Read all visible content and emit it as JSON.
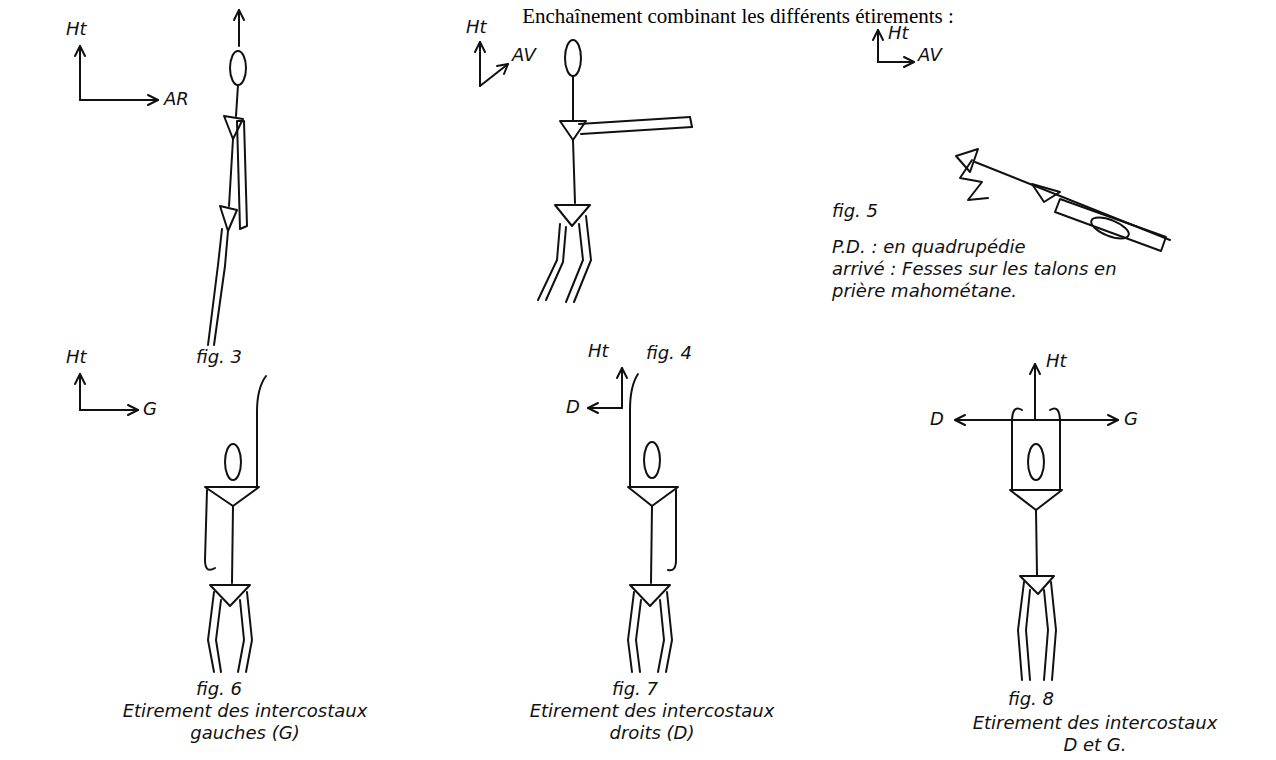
{
  "diagram": {
    "title": "Enchaînement combinant les différents étirements :",
    "labels": [
      "Ht",
      "AR",
      "Ht",
      "AV",
      "Ht",
      "AV",
      "fig. 3",
      "fig. 4",
      "fig. 5",
      "P.D. : en quadrupédie",
      "arrivé : Fesses sur les talons en prière mahométane.",
      "Ht",
      "G",
      "D",
      "Ht",
      "Ht",
      "D",
      "G",
      "fig. 6",
      "Etirement des intercostaux gauches (G)",
      "fig. 7",
      "Etirement des intercostaux droits (D)",
      "fig. 8",
      "Etirement des intercostaux D et G."
    ]
  }
}
